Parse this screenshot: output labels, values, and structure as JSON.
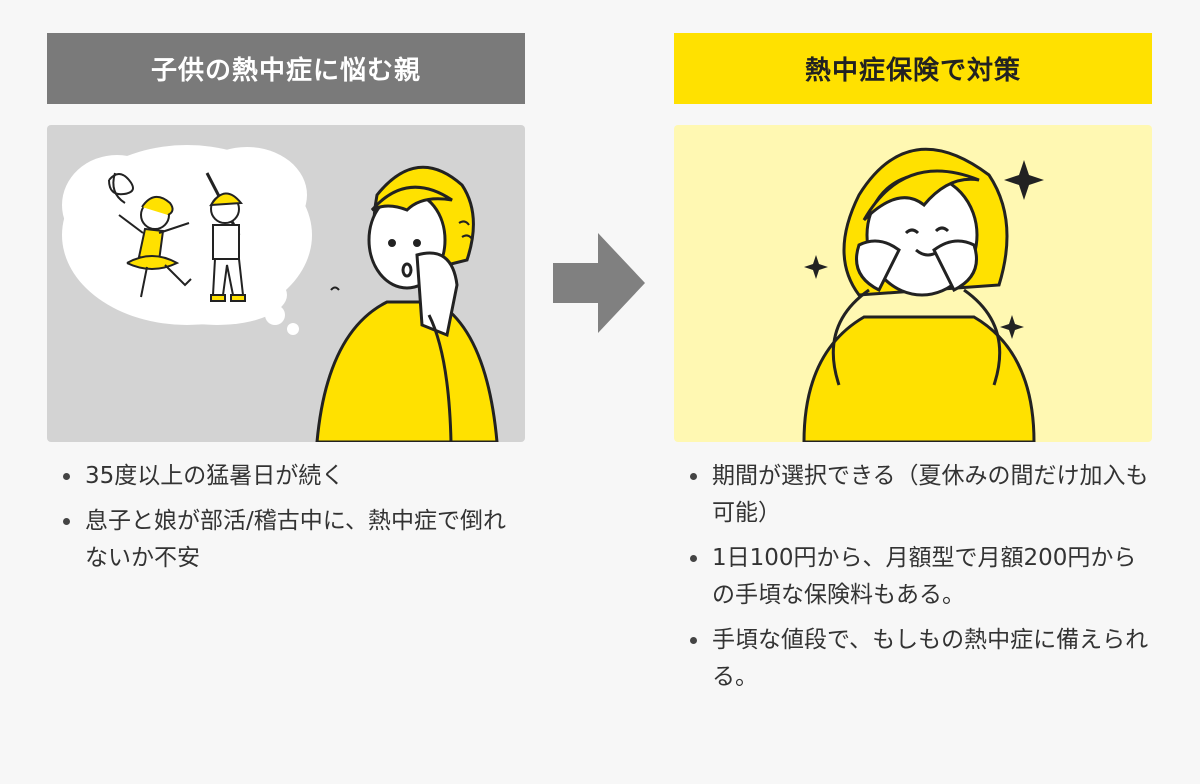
{
  "left": {
    "heading": "子供の熱中症に悩む親",
    "bullets": [
      "35度以上の猛暑日が続く",
      "息子と娘が部活/稽古中に、熱中症で倒れないか不安"
    ]
  },
  "right": {
    "heading": "熱中症保険で対策",
    "bullets": [
      "期間が選択できる（夏休みの間だけ加入も可能）",
      "1日100円から、月額型で月額200円からの手頃な保険料もある。",
      "手頃な値段で、もしもの熱中症に備えられる。"
    ]
  },
  "colors": {
    "left_header_bg": "#7a7a7a",
    "right_header_bg": "#ffe100",
    "left_panel_bg": "#d3d3d3",
    "right_panel_bg": "#fff8b2",
    "accent_yellow": "#ffe100",
    "arrow": "#808080"
  },
  "icons": [
    "arrow-right-icon",
    "sparkle-icon",
    "sweat-drop-icon"
  ]
}
